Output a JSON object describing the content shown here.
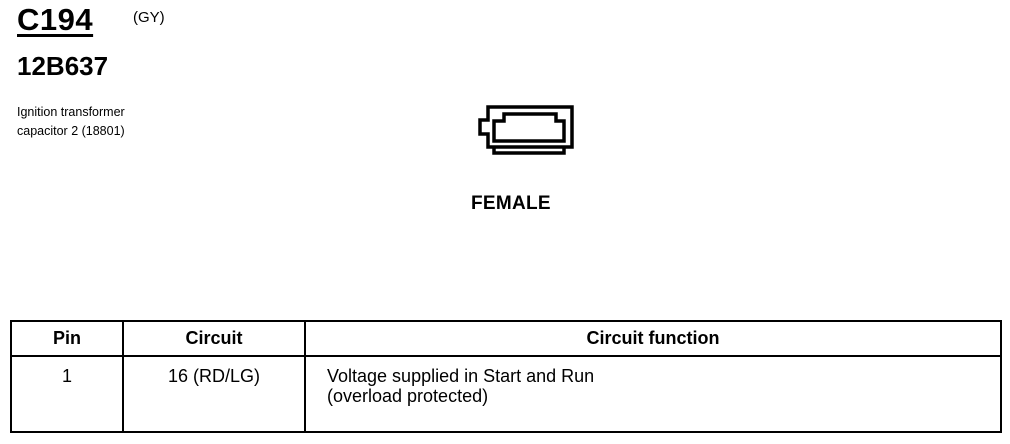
{
  "header": {
    "connector_id": "C194",
    "wire_color": "(GY)",
    "part_number": "12B637",
    "description_lines": [
      "Ignition transformer",
      "capacitor 2 (18801)"
    ]
  },
  "connector": {
    "gender": "FEMALE",
    "icon": "connector-face-icon"
  },
  "pin_table": {
    "columns": [
      "Pin",
      "Circuit",
      "Circuit function"
    ],
    "rows": [
      {
        "pin": "1",
        "circuit": "16 (RD/LG)",
        "function_lines": [
          "Voltage supplied in Start and Run",
          "(overload protected)"
        ]
      }
    ]
  }
}
